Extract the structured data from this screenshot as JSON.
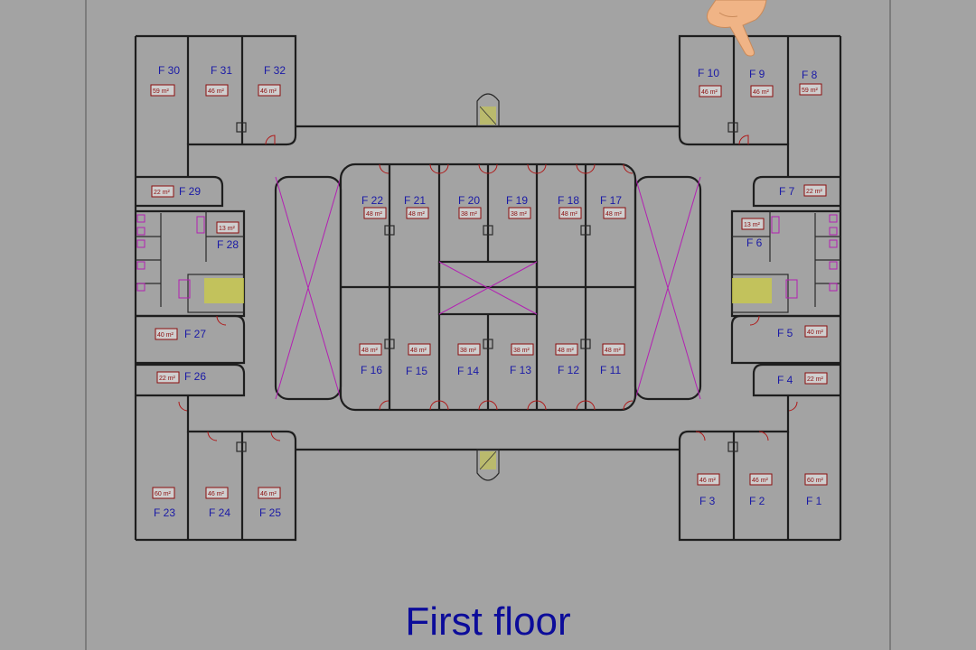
{
  "title": "First floor",
  "units": [
    {
      "id": "F 30",
      "area": "59 m²"
    },
    {
      "id": "F 31",
      "area": "46 m²"
    },
    {
      "id": "F 32",
      "area": "46 m²"
    },
    {
      "id": "F 10",
      "area": "46 m²"
    },
    {
      "id": "F 9",
      "area": "46 m²"
    },
    {
      "id": "F 8",
      "area": "59 m²"
    },
    {
      "id": "F 29",
      "area": "22 m²"
    },
    {
      "id": "F 28",
      "area": "13 m²"
    },
    {
      "id": "F 27",
      "area": "40 m²"
    },
    {
      "id": "F 26",
      "area": "22 m²"
    },
    {
      "id": "F 22",
      "area": "48 m²"
    },
    {
      "id": "F 21",
      "area": "48 m²"
    },
    {
      "id": "F 20",
      "area": "38 m²"
    },
    {
      "id": "F 19",
      "area": "38 m²"
    },
    {
      "id": "F 18",
      "area": "48 m²"
    },
    {
      "id": "F 17",
      "area": "48 m²"
    },
    {
      "id": "F 16",
      "area": "48 m²"
    },
    {
      "id": "F 15",
      "area": "48 m²"
    },
    {
      "id": "F 14",
      "area": "38 m²"
    },
    {
      "id": "F 13",
      "area": "38 m²"
    },
    {
      "id": "F 12",
      "area": "48 m²"
    },
    {
      "id": "F 11",
      "area": "48 m²"
    },
    {
      "id": "F 7",
      "area": "22 m²"
    },
    {
      "id": "F 6",
      "area": "13 m²"
    },
    {
      "id": "F 5",
      "area": "40 m²"
    },
    {
      "id": "F 4",
      "area": "22 m²"
    },
    {
      "id": "F 23",
      "area": "60 m²"
    },
    {
      "id": "F 24",
      "area": "46 m²"
    },
    {
      "id": "F 25",
      "area": "46 m²"
    },
    {
      "id": "F 3",
      "area": "46 m²"
    },
    {
      "id": "F 2",
      "area": "46 m²"
    },
    {
      "id": "F 1",
      "area": "60 m²"
    }
  ],
  "colors": {
    "background": "#a3a3a3",
    "label": "#1a1aa6",
    "area": "#8b0e0e",
    "void": "#b31fb3",
    "stair": "#c9c94a"
  },
  "icons": [
    "pointing-hand-icon"
  ]
}
